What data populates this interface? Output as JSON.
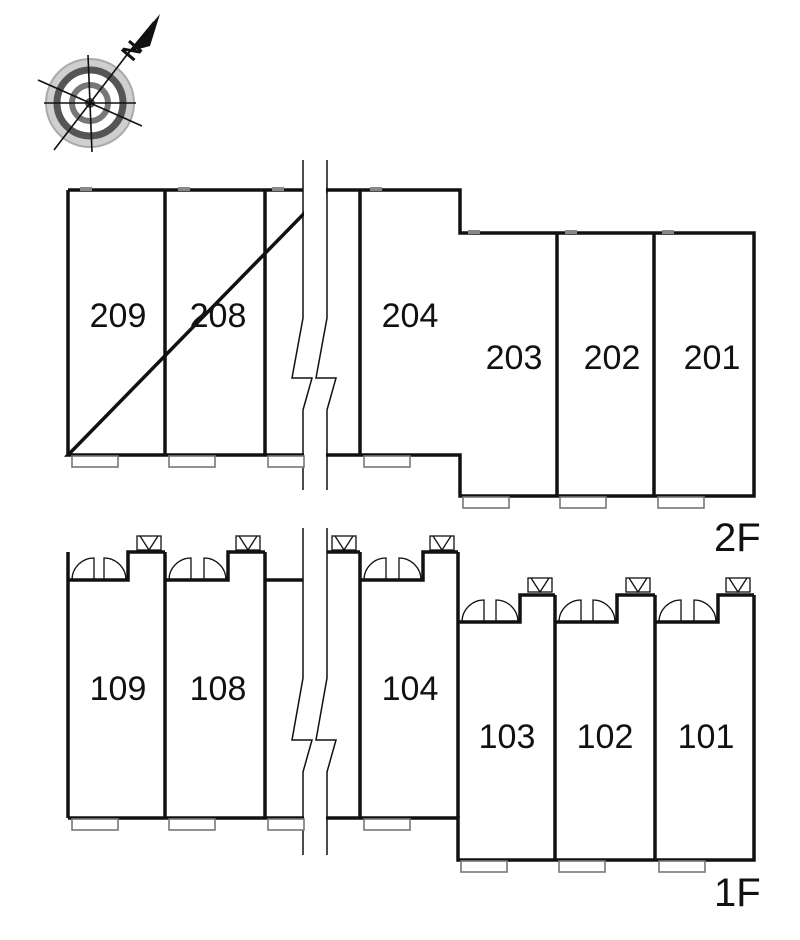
{
  "compass": {
    "north_label": "N",
    "icon": "compass-rose-icon"
  },
  "floor2": {
    "label": "2F",
    "units": [
      "209",
      "208",
      "204",
      "203",
      "202",
      "201"
    ]
  },
  "floor1": {
    "label": "1F",
    "units": [
      "109",
      "108",
      "104",
      "103",
      "102",
      "101"
    ]
  }
}
